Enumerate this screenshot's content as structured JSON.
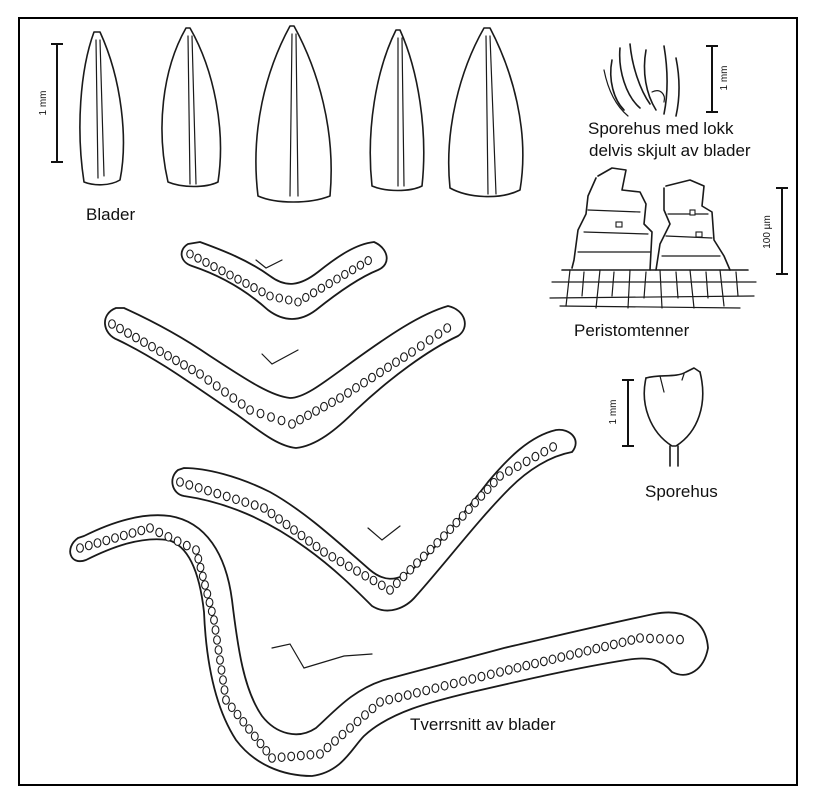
{
  "labels": {
    "leaves": "Blader",
    "capsule_lid_line1": "Sporehus med lokk",
    "capsule_lid_line2": "delvis skjult av blader",
    "peristome": "Peristomtenner",
    "capsule": "Sporehus",
    "cross_sections": "Tverrsnitt av blader"
  },
  "scales": {
    "leaves": "1 mm",
    "capsule_lid": "1 mm",
    "peristome": "100 µm",
    "capsule": "1 mm"
  }
}
